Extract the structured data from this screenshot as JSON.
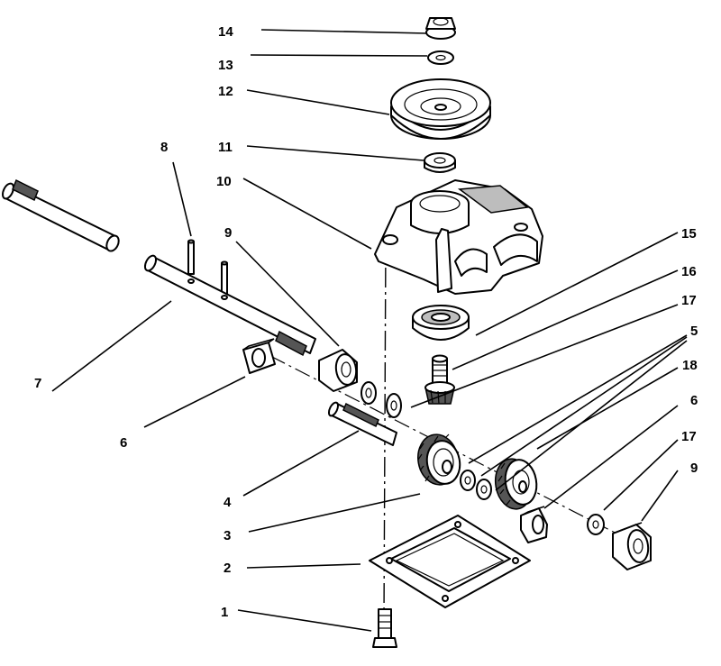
{
  "labels": {
    "l14": "14",
    "l13": "13",
    "l12": "12",
    "l11": "11",
    "l10": "10",
    "l9a": "9",
    "l8": "8",
    "l7": "7",
    "l6a": "6",
    "l4": "4",
    "l3": "3",
    "l2": "2",
    "l1": "1",
    "l15": "15",
    "l16": "16",
    "l17a": "17",
    "l5": "5",
    "l18": "18",
    "l6b": "6",
    "l17b": "17",
    "l9b": "9"
  }
}
